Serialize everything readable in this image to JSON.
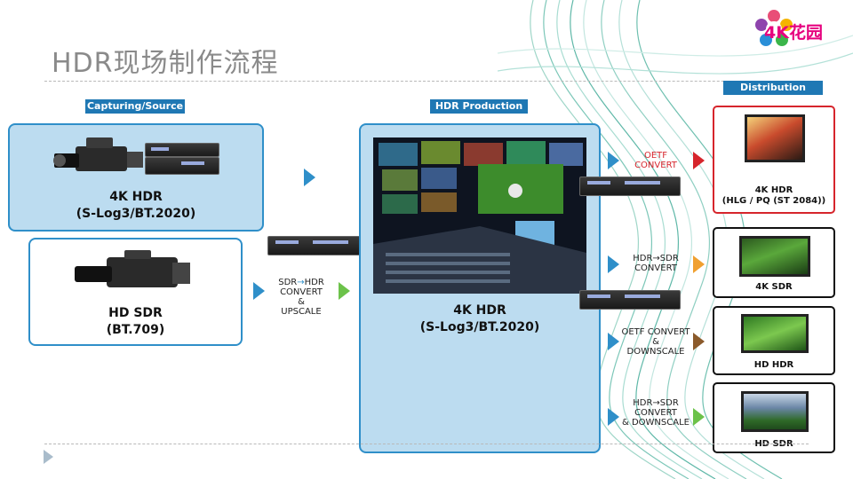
{
  "title": "HDR现场制作流程",
  "logo": {
    "text": "4K花园"
  },
  "labels": {
    "capturing": "Capturing/Source",
    "production": "HDR Production",
    "distribution": "Distribution"
  },
  "sources": {
    "top": {
      "line1": "4K HDR",
      "line2": "(S-Log3/BT.2020)"
    },
    "bottom": {
      "line1": "HD SDR",
      "line2": "(BT.709)"
    }
  },
  "upconvert": {
    "line1": "SDR",
    "arrow": "→",
    "line1b": "HDR",
    "line2": "CONVERT",
    "line3": "&",
    "line4": "UPSCALE"
  },
  "production": {
    "line1": "4K HDR",
    "line2": "(S-Log3/BT.2020)"
  },
  "conversions": [
    {
      "line1": "OETF",
      "line2": "CONVERT",
      "line3": "",
      "color": "#d6252c"
    },
    {
      "line1": "HDR→SDR",
      "line2": "CONVERT",
      "line3": "",
      "color": "#222222"
    },
    {
      "line1": "OETF CONVERT",
      "line2": "&",
      "line3": "DOWNSCALE",
      "color": "#222222"
    },
    {
      "line1": "HDR→SDR",
      "line2": "CONVERT",
      "line3": "& DOWNSCALE",
      "color": "#222222"
    }
  ],
  "outputs": [
    {
      "line1": "4K HDR",
      "line2": "(HLG / PQ (ST 2084))"
    },
    {
      "line1": "4K SDR",
      "line2": ""
    },
    {
      "line1": "HD HDR",
      "line2": ""
    },
    {
      "line1": "HD SDR",
      "line2": ""
    }
  ],
  "colors": {
    "accent": "#1f78b4",
    "box_border": "#2f8fc9",
    "box_fill": "#bcdcf0",
    "highlight": "#d6252c"
  }
}
